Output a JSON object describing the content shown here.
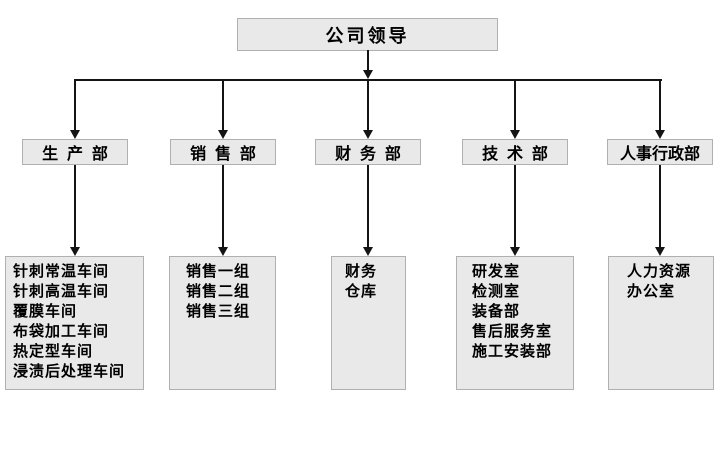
{
  "chart_data": {
    "type": "org-chart",
    "title": "公司领导",
    "root": {
      "label": "公司领导"
    },
    "departments": [
      {
        "label": "生  产  部",
        "children": [
          "针刺常温车间",
          "针刺高温车间",
          "覆膜车间",
          "布袋加工车间",
          "热定型车间",
          "浸渍后处理车间"
        ]
      },
      {
        "label": "销  售  部",
        "children": [
          "销售一组",
          "销售二组",
          "销售三组"
        ]
      },
      {
        "label": "财  务  部",
        "children": [
          "财务",
          "仓库"
        ]
      },
      {
        "label": "技  术  部",
        "children": [
          "研发室",
          "检测室",
          "装备部",
          "售后服务室",
          "施工安装部"
        ]
      },
      {
        "label": "人事行政部",
        "children": [
          "人力资源",
          "办公室"
        ]
      }
    ],
    "colors": {
      "box_fill": "#e9e9e9",
      "box_border": "#b0b0b0",
      "connector": "#141414",
      "text": "#000000",
      "background": "#ffffff"
    }
  }
}
